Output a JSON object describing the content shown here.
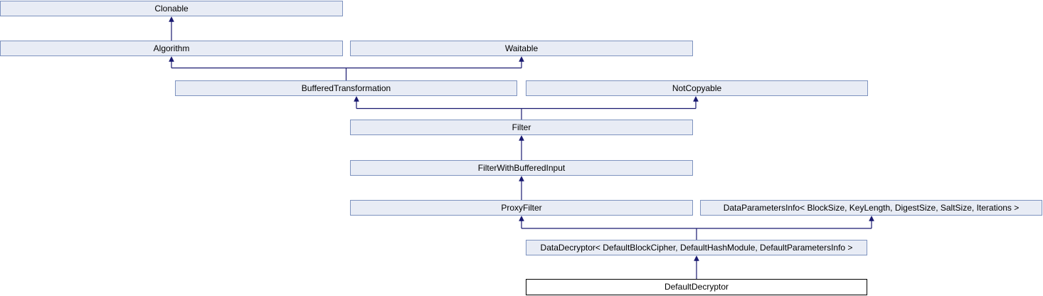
{
  "diagram": {
    "type": "class-inheritance-graph",
    "nodes": {
      "clonable": {
        "label": "Clonable"
      },
      "algorithm": {
        "label": "Algorithm"
      },
      "waitable": {
        "label": "Waitable"
      },
      "buffered_transformation": {
        "label": "BufferedTransformation"
      },
      "not_copyable": {
        "label": "NotCopyable"
      },
      "filter": {
        "label": "Filter"
      },
      "filter_with_buffered_input": {
        "label": "FilterWithBufferedInput"
      },
      "proxy_filter": {
        "label": "ProxyFilter"
      },
      "data_parameters_info": {
        "label": "DataParametersInfo< BlockSize, KeyLength, DigestSize, SaltSize, Iterations >"
      },
      "data_decryptor": {
        "label": "DataDecryptor< DefaultBlockCipher, DefaultHashModule, DefaultParametersInfo >"
      },
      "default_decryptor": {
        "label": "DefaultDecryptor",
        "highlighted": true
      }
    },
    "edges": [
      {
        "from": "algorithm",
        "to": "clonable"
      },
      {
        "from": "buffered_transformation",
        "to": "algorithm"
      },
      {
        "from": "buffered_transformation",
        "to": "waitable"
      },
      {
        "from": "filter",
        "to": "buffered_transformation"
      },
      {
        "from": "filter",
        "to": "not_copyable"
      },
      {
        "from": "filter_with_buffered_input",
        "to": "filter"
      },
      {
        "from": "proxy_filter",
        "to": "filter_with_buffered_input"
      },
      {
        "from": "data_decryptor",
        "to": "proxy_filter"
      },
      {
        "from": "data_decryptor",
        "to": "data_parameters_info"
      },
      {
        "from": "default_decryptor",
        "to": "data_decryptor"
      }
    ],
    "colors": {
      "node_fill": "#e8ecf5",
      "node_border": "#7e93bf",
      "edge_color": "#191970",
      "active_node_fill": "#ffffff",
      "active_node_border": "#000000",
      "text_color": "#000000"
    }
  }
}
